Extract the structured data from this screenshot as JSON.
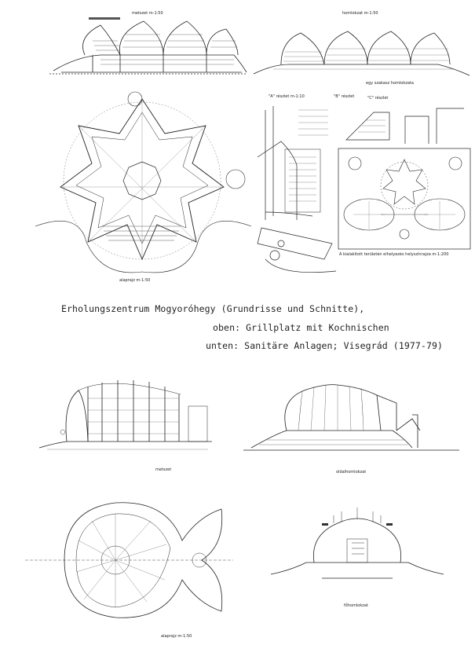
{
  "caption": {
    "line1": "Erholungszentrum Mogyoróhegy (Grundrisse und Schnitte),",
    "line2": "oben: Grillplatz mit Kochnischen",
    "line3": "unten: Sanitäre Anlagen; Visegrád (1977-79)"
  },
  "drawing_labels": {
    "top_section": "metszet m-1:50",
    "top_elevation": "homlokzat m-1:50",
    "top_sub_elevation": "egy szakasz homlokzata",
    "detail_a": "\"A\" részlet m-1:10",
    "detail_b": "\"B\" részlet",
    "detail_c": "\"C\" részlet",
    "site_plan": "A kialakított területén elhelyezés helyszínrajza m-1:200",
    "top_plan": "alaprajz m-1:50",
    "bottom_section": "metszet",
    "bottom_side_elevation": "oldalhomlokzat",
    "bottom_front_elevation": "főhomlokzat",
    "bottom_plan": "alaprajz m-1:50"
  }
}
